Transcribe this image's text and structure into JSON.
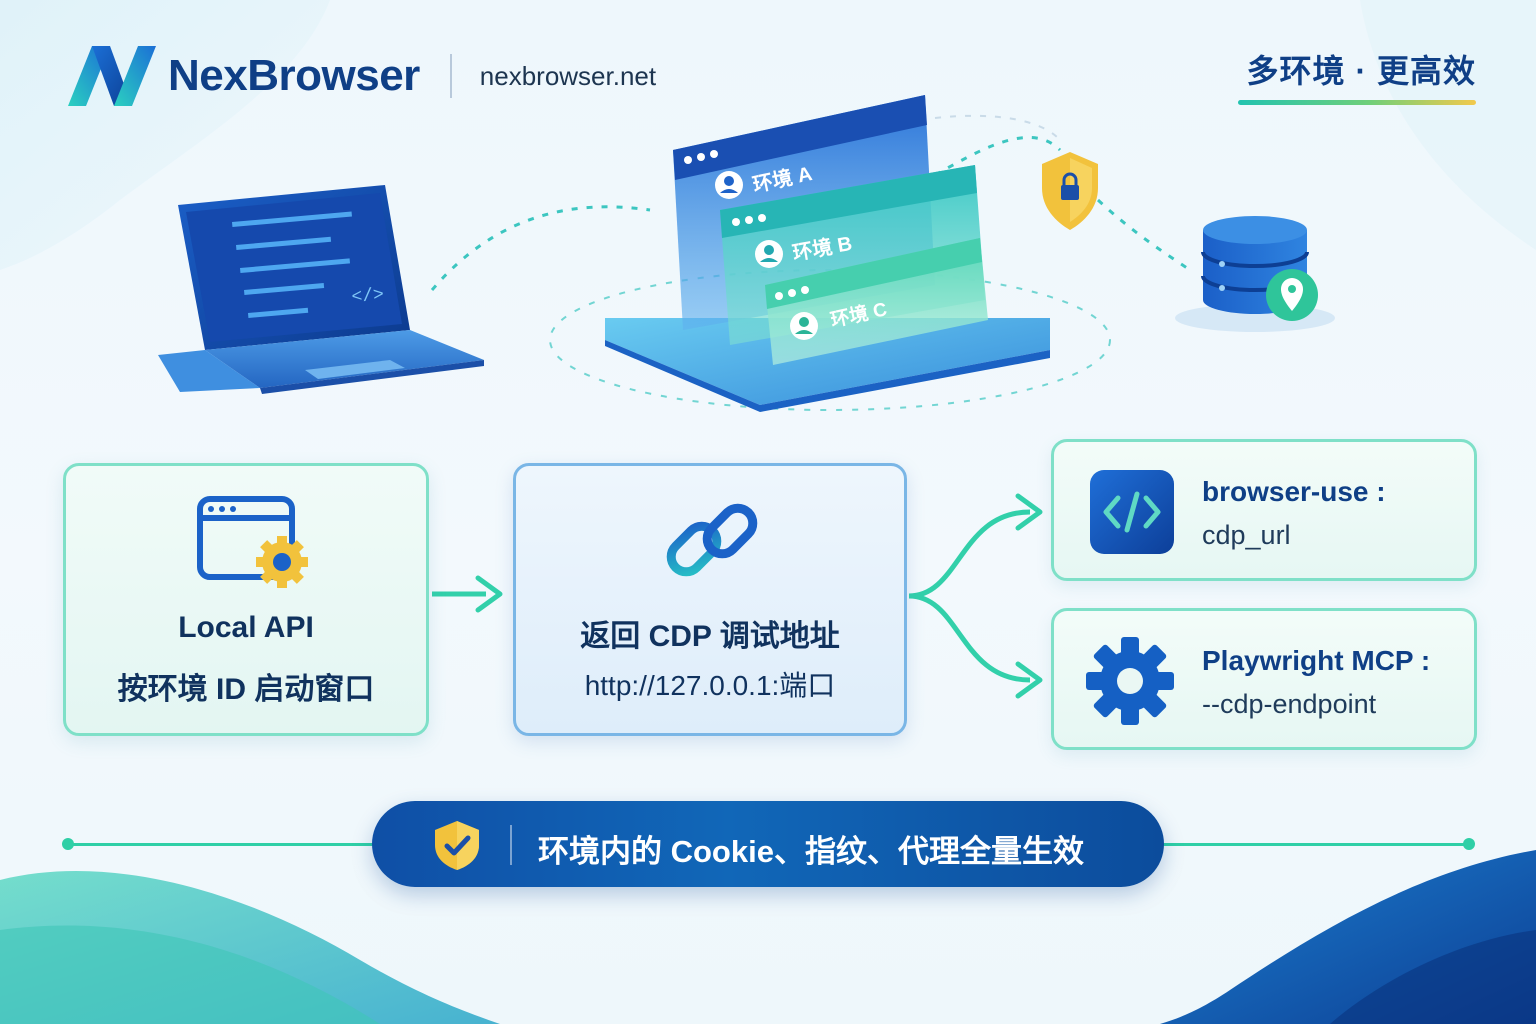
{
  "header": {
    "brand": "NexBrowser",
    "domain": "nexbrowser.net",
    "tagline": "多环境 · 更高效"
  },
  "environments": [
    {
      "label": "环境 A"
    },
    {
      "label": "环境 B"
    },
    {
      "label": "环境 C"
    }
  ],
  "flow": {
    "local_api": {
      "title": "Local API",
      "subtitle": "按环境 ID 启动窗口"
    },
    "cdp": {
      "title": "返回 CDP 调试地址",
      "subtitle": "http://127.0.0.1:端口"
    },
    "outputs": [
      {
        "title": "browser-use :",
        "subtitle": "cdp_url",
        "icon": "code-icon"
      },
      {
        "title": "Playwright MCP :",
        "subtitle": "--cdp-endpoint",
        "icon": "gear-icon"
      }
    ]
  },
  "banner": {
    "text": "环境内的 Cookie、指纹、代理全量生效",
    "icon": "shield-check-icon"
  },
  "colors": {
    "brand_blue": "#0f3f86",
    "accent_teal": "#2fcfa6",
    "banner_blue": "#0f4fa6",
    "warning_yellow": "#f2c94c"
  }
}
